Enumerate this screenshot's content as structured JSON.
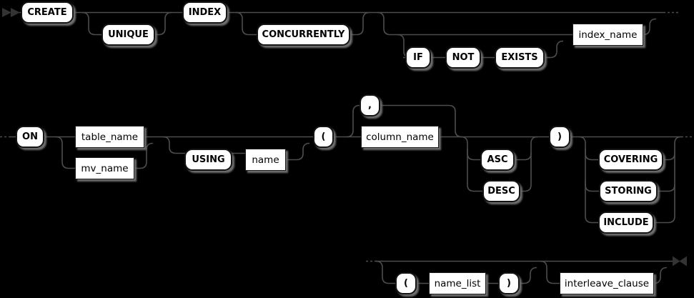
{
  "diagram": {
    "kind": "railroad-syntax-diagram",
    "statement": "CREATE INDEX",
    "colors": {
      "background": "#000000",
      "line": "#4d4d4d",
      "box_fill": "#ffffff",
      "box_border": "#141414",
      "box_shadow": "#6e6e6e",
      "text": "#000000",
      "marker": "#333333"
    },
    "nodes": {
      "create": {
        "label": "CREATE",
        "kind": "keyword"
      },
      "unique": {
        "label": "UNIQUE",
        "kind": "keyword"
      },
      "index": {
        "label": "INDEX",
        "kind": "keyword"
      },
      "concurrently": {
        "label": "CONCURRENTLY",
        "kind": "keyword"
      },
      "if": {
        "label": "IF",
        "kind": "keyword"
      },
      "not": {
        "label": "NOT",
        "kind": "keyword"
      },
      "exists": {
        "label": "EXISTS",
        "kind": "keyword"
      },
      "index_name": {
        "label": "index_name",
        "kind": "variable"
      },
      "on": {
        "label": "ON",
        "kind": "keyword"
      },
      "table_name": {
        "label": "table_name",
        "kind": "variable"
      },
      "mv_name": {
        "label": "mv_name",
        "kind": "variable"
      },
      "using": {
        "label": "USING",
        "kind": "keyword"
      },
      "name": {
        "label": "name",
        "kind": "variable"
      },
      "lparen_columns": {
        "label": "(",
        "kind": "keyword"
      },
      "comma": {
        "label": ",",
        "kind": "keyword"
      },
      "column_name": {
        "label": "column_name",
        "kind": "variable"
      },
      "asc": {
        "label": "ASC",
        "kind": "keyword"
      },
      "desc": {
        "label": "DESC",
        "kind": "keyword"
      },
      "rparen_columns": {
        "label": ")",
        "kind": "keyword"
      },
      "covering": {
        "label": "COVERING",
        "kind": "keyword"
      },
      "storing": {
        "label": "STORING",
        "kind": "keyword"
      },
      "include": {
        "label": "INCLUDE",
        "kind": "keyword"
      },
      "lparen_namelist": {
        "label": "(",
        "kind": "keyword"
      },
      "name_list": {
        "label": "name_list",
        "kind": "variable"
      },
      "rparen_namelist": {
        "label": ")",
        "kind": "keyword"
      },
      "interleave_clause": {
        "label": "interleave_clause",
        "kind": "variable"
      }
    }
  }
}
